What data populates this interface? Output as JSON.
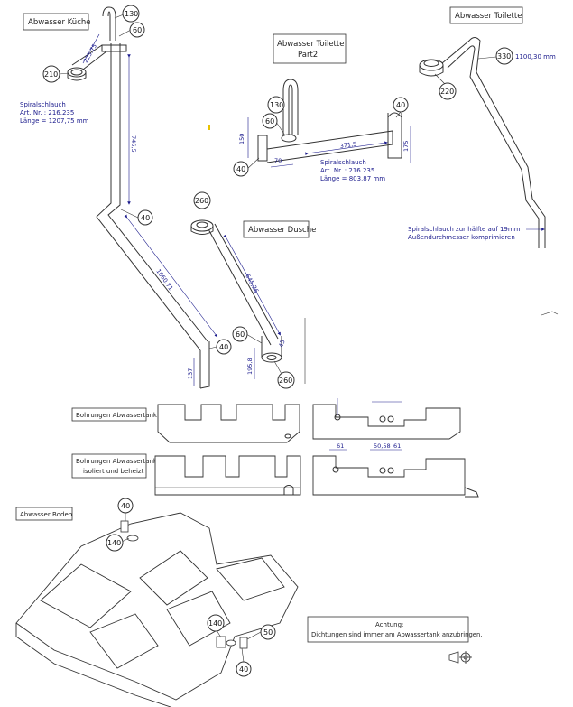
{
  "titles": {
    "kueche": "Abwasser Küche",
    "toilette_part2_line1": "Abwasser Toilette",
    "toilette_part2_line2": "Part2",
    "toilette": "Abwasser Toilette",
    "dusche": "Abwasser Dusche",
    "bohrungen": "Bohrungen Abwassertank",
    "bohrungen_iso_line1": "Bohrungen Abwassertank",
    "bohrungen_iso_line2": "isoliert und beheizt",
    "boden": "Abwasser Boden"
  },
  "notes": {
    "kueche": [
      "Spiralschlauch",
      "Art. Nr. : 216.235",
      "Länge = 1207,75 mm"
    ],
    "toilette_part2": [
      "Spiralschlauch",
      "Art. Nr. : 216.235",
      "Länge = 803,87 mm"
    ],
    "toilette": [
      "Spiralschlauch zur hälfte auf 19mm",
      "Außendurchmesser komprimieren"
    ],
    "toilette_len": "1100,30 mm",
    "achtung_title": "Achtung:",
    "achtung_text": "Dichtungen sind immer am Abwassertank anzubringen."
  },
  "bubbles": {
    "k130": "130",
    "k60": "60",
    "k210": "210",
    "k40": "40",
    "k40b": "40",
    "t130": "130",
    "t60": "60",
    "t40": "40",
    "t40b": "40",
    "w330": "330",
    "w220": "220",
    "d260": "260",
    "d60": "60",
    "d260b": "260",
    "b40": "40",
    "b140": "140",
    "b140b": "140",
    "b50": "50",
    "b40b": "40"
  },
  "dims": {
    "k_top": "225.75",
    "k_long": "746,5",
    "k_diag": "1060,71",
    "k_bot": "137",
    "t_150": "150",
    "t_70": "70",
    "t_3715": "371,5",
    "t_175": "175",
    "d_diag": "645,26",
    "d_1958": "195,8",
    "d_45": "45",
    "h_61a": "61",
    "h_61b": "61",
    "h_5058": "50,58"
  }
}
